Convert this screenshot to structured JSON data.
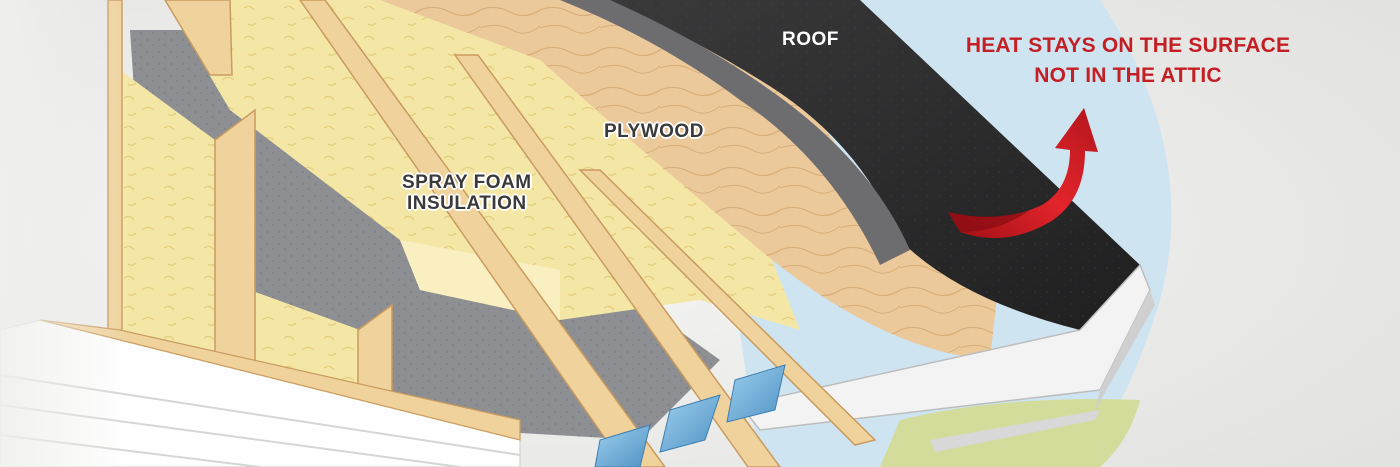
{
  "labels": {
    "roof": "ROOF",
    "plywood": "PLYWOOD",
    "spray_foam": "SPRAY FOAM\nINSULATION",
    "heat_line1": "HEAT STAYS ON THE SURFACE",
    "heat_line2": "NOT IN THE ATTIC"
  },
  "colors": {
    "background": "#efefed",
    "sky": "#cfe4f1",
    "grass": "#d3dc9a",
    "roof": "#2c2c2d",
    "plywood": "#ecc99b",
    "foam": "#f4e7a6",
    "lumber": "#f0d29c",
    "attic_shadow": "#8e8f93",
    "vent": "#6fb0d9",
    "heat_text": "#c41f24",
    "arrow": "#d92028"
  }
}
